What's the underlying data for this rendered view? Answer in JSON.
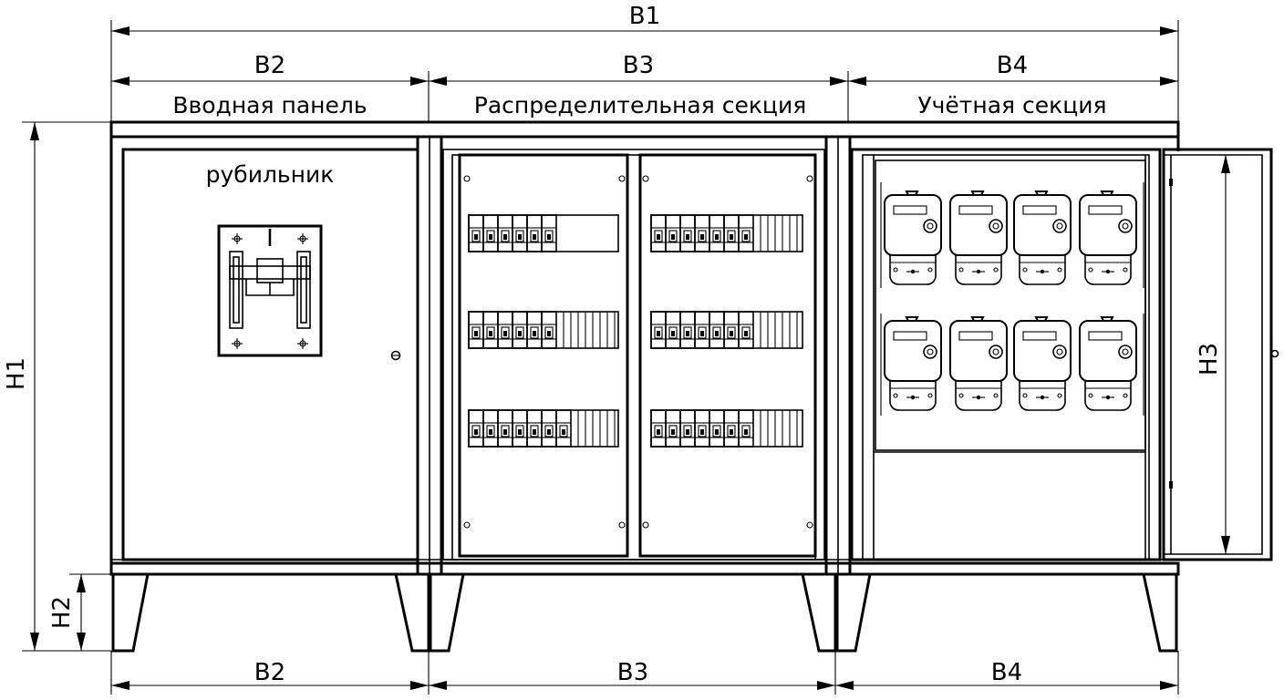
{
  "dimensions": {
    "b1": "B1",
    "b2": "B2",
    "b3": "B3",
    "b4": "B4",
    "h1": "H1",
    "h2": "H2",
    "h3": "H3"
  },
  "sections": {
    "input_panel": "Вводная панель",
    "distribution_section": "Распределительная секция",
    "metering_section": "Учётная секция"
  },
  "labels": {
    "switch": "рубильник",
    "switch_mark": "I"
  }
}
